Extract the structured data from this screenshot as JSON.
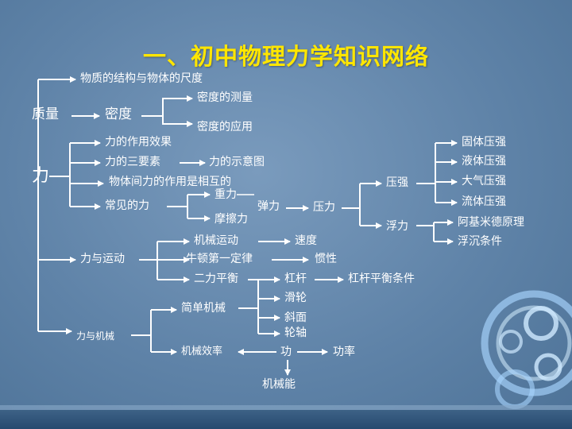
{
  "title": "一、初中物理力学知识网络",
  "nodes": {
    "wuzhi": "物质的结构与物体的尺度",
    "zhiliang": "质量",
    "midu": "密度",
    "midu_celiang": "密度的测量",
    "midu_yingyong": "密度的应用",
    "li": "力",
    "li_zuoyong": "力的作用效果",
    "li_sanyaosu": "力的三要素",
    "li_shiyitu": "力的示意图",
    "xianghu": "物体间力的作用是相互的",
    "changjian": "常见的力",
    "zhongli": "重力",
    "tanli": "弹力",
    "moca": "摩擦力",
    "yali": "压力",
    "yaqiang": "压强",
    "guti": "固体压强",
    "yeti": "液体压强",
    "daqi": "大气压强",
    "liuti": "流体压强",
    "fuli": "浮力",
    "ajimide": "阿基米德原理",
    "fuchen": "浮沉条件",
    "liyu_yundong": "力与运动",
    "jixie_yundong": "机械运动",
    "sudu": "速度",
    "niudun": "牛顿第一定律",
    "guanxing": "惯性",
    "erli": "二力平衡",
    "gangan": "杠杆",
    "gangan_pingheng": "杠杆平衡条件",
    "jiandan": "简单机械",
    "hualun": "滑轮",
    "xiemian": "斜面",
    "lunzhou": "轮轴",
    "liyu_jixie": "力与机械",
    "xiaolv": "机械效率",
    "gong": "功",
    "gonglv": "功率",
    "jixieneng": "机械能"
  },
  "colors": {
    "background": "#6489ad",
    "title": "#ffe600",
    "text": "#ffffff",
    "lines": "#ffffff"
  }
}
